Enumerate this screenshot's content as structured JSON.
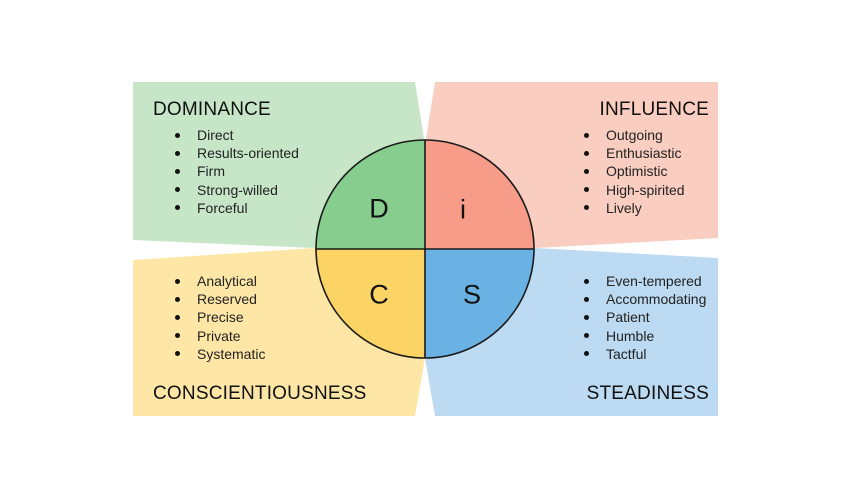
{
  "colors": {
    "dominance_panel": "#c6e6c7",
    "influence_panel": "#f9cdbf",
    "conscientiousness_panel": "#fde6a6",
    "steadiness_panel": "#bcdaf1",
    "d_quadrant": "#87cd8e",
    "i_quadrant": "#f69c89",
    "c_quadrant": "#fcd465",
    "s_quadrant": "#69b2e3",
    "outline": "#1a1a1a"
  },
  "dominance": {
    "title": "DOMINANCE",
    "letter": "D",
    "traits": [
      "Direct",
      "Results-oriented",
      "Firm",
      "Strong-willed",
      "Forceful"
    ]
  },
  "influence": {
    "title": "INFLUENCE",
    "letter": "i",
    "traits": [
      "Outgoing",
      "Enthusiastic",
      "Optimistic",
      "High-spirited",
      "Lively"
    ]
  },
  "conscientiousness": {
    "title": "CONSCIENTIOUSNESS",
    "letter": "C",
    "traits": [
      "Analytical",
      "Reserved",
      "Precise",
      "Private",
      "Systematic"
    ]
  },
  "steadiness": {
    "title": "STEADINESS",
    "letter": "S",
    "traits": [
      "Even-tempered",
      "Accommodating",
      "Patient",
      "Humble",
      "Tactful"
    ]
  }
}
